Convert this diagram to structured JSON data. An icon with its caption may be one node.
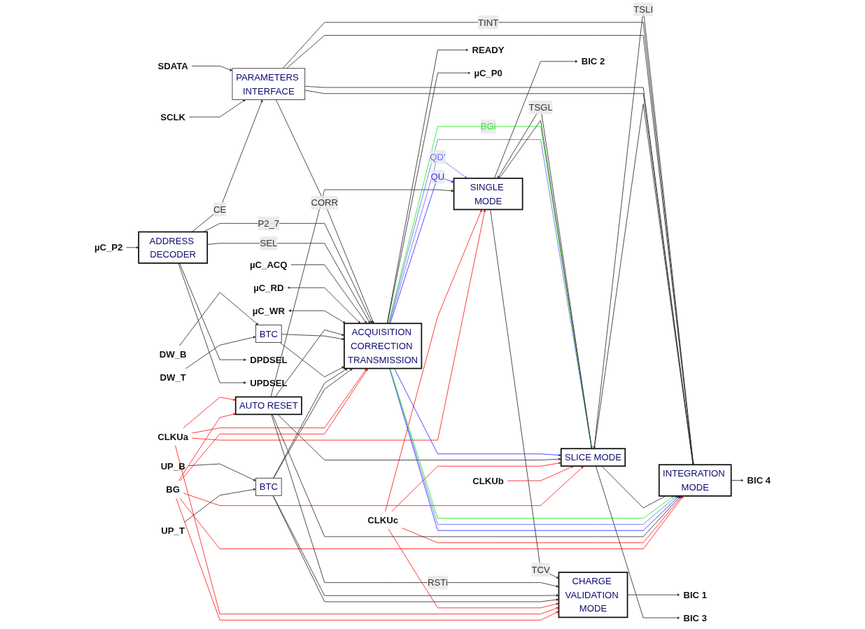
{
  "diagram": {
    "nodes": [
      {
        "text": [
          "CLKUc"
        ]
      },
      {
        "text": [
          "CLKUb"
        ]
      },
      {
        "text": [
          "CLKUa"
        ]
      },
      {
        "text": [
          "BG"
        ]
      },
      {
        "text": [
          "UP_T"
        ]
      },
      {
        "text": [
          "UP_B"
        ]
      },
      {
        "text": [
          "BTC"
        ]
      },
      {
        "text": [
          "AUTO RESET"
        ]
      },
      {
        "text": [
          "DW_T"
        ]
      },
      {
        "text": [
          "DW_B"
        ]
      },
      {
        "text": [
          "BTC"
        ]
      },
      {
        "text": [
          "ACQUISITION CORRECTION TRANSMISSION"
        ]
      },
      {
        "text": [
          "CHARGE VALIDATION MODE"
        ]
      },
      {
        "text": [
          "SINGLE MODE"
        ]
      },
      {
        "text": [
          "SLICE MODE"
        ]
      },
      {
        "text": [
          "INTEGRATION MODE"
        ]
      },
      {
        "text": [
          "BIC 1"
        ]
      },
      {
        "text": [
          "BIC 2"
        ]
      },
      {
        "text": [
          "BIC 3"
        ]
      },
      {
        "text": [
          "BIC 4"
        ]
      },
      {
        "text": [
          "µC_WR"
        ]
      },
      {
        "text": [
          "µC_RD"
        ]
      },
      {
        "text": [
          "µC_ACQ"
        ]
      },
      {
        "text": [
          "µC_P2"
        ]
      },
      {
        "text": [
          "ADDRESS DECODER"
        ]
      },
      {
        "text": [
          "PARAMETERS INTERFACE"
        ]
      },
      {
        "text": [
          "READY"
        ]
      },
      {
        "text": [
          "µC_P0"
        ]
      },
      {
        "text": [
          "DPDSEL"
        ]
      },
      {
        "text": [
          "UPDSEL"
        ]
      },
      {
        "text": [
          "SCLK"
        ]
      },
      {
        "text": [
          "SDATA"
        ]
      }
    ],
    "edges": [
      {
        "from": 3,
        "to": 7,
        "arrow": "to",
        "color": "#ff2020"
      },
      {
        "from": 2,
        "to": 7,
        "arrow": "to",
        "color": "#ff2020"
      },
      {
        "from": 3,
        "to": 11,
        "arrow": "to",
        "color": "#ff2020"
      },
      {
        "from": 2,
        "to": 11,
        "arrow": "to",
        "color": "#ff2020"
      },
      {
        "from": 3,
        "to": 12,
        "arrow": "to",
        "color": "#ff2020"
      },
      {
        "from": 2,
        "to": 12,
        "arrow": "to",
        "color": "#ff2020"
      },
      {
        "from": 0,
        "to": 12,
        "arrow": "to",
        "color": "#ff2020"
      },
      {
        "from": 2,
        "to": 13,
        "arrow": "to",
        "color": "#ff2020"
      },
      {
        "from": 0,
        "to": 13,
        "arrow": "to",
        "color": "#ff2020"
      },
      {
        "from": 3,
        "to": 14,
        "arrow": "to",
        "color": "#ff2020"
      },
      {
        "from": 1,
        "to": 14,
        "arrow": "to",
        "color": "#ff2020"
      },
      {
        "from": 0,
        "to": 14,
        "arrow": "to",
        "color": "#ff2020"
      },
      {
        "from": 3,
        "to": 15,
        "arrow": "to",
        "color": "#ff2020"
      },
      {
        "from": 0,
        "to": 15,
        "arrow": "to",
        "color": "#ff2020"
      },
      {
        "from": 4,
        "to": 6,
        "arrow": "to"
      },
      {
        "from": 5,
        "to": 6,
        "arrow": "to"
      },
      {
        "from": 6,
        "to": 12,
        "arrow": "to"
      },
      {
        "from": 6,
        "to": 12,
        "arrow": "to"
      },
      {
        "from": 6,
        "to": 11,
        "arrow": "to"
      },
      {
        "from": 6,
        "to": 11,
        "arrow": "to"
      },
      {
        "from": 8,
        "to": 10,
        "arrow": "to"
      },
      {
        "from": 9,
        "to": 10,
        "arrow": "to"
      },
      {
        "from": 10,
        "to": 11,
        "arrow": "to"
      },
      {
        "from": 10,
        "to": 11,
        "arrow": "to"
      },
      {
        "from": 7,
        "to": 12,
        "label": "RSTi",
        "arrow": "to"
      },
      {
        "from": 7,
        "to": 11,
        "arrow": "to"
      },
      {
        "from": 7,
        "to": 13,
        "arrow": "to"
      },
      {
        "from": 7,
        "to": 14,
        "arrow": "to"
      },
      {
        "from": 7,
        "to": 15,
        "arrow": "to"
      },
      {
        "from": 11,
        "to": 13,
        "label": "QU",
        "arrow": "to",
        "color": "#3333ff"
      },
      {
        "from": 11,
        "to": 14,
        "arrow": "to",
        "color": "#3333ff"
      },
      {
        "from": 11,
        "to": 15,
        "arrow": "to",
        "color": "#3333ff"
      },
      {
        "from": 11,
        "to": 13,
        "label": "QD'",
        "arrow": "to",
        "color": "#7070ff"
      },
      {
        "from": 11,
        "to": 14,
        "arrow": "to",
        "color": "#7070ff"
      },
      {
        "from": 11,
        "to": 15,
        "arrow": "to",
        "color": "#7070ff"
      },
      {
        "from": 11,
        "to": 14,
        "label": "BGi",
        "arrow": "to",
        "color": "#22ee22"
      },
      {
        "from": 11,
        "to": 15,
        "arrow": "to",
        "color": "#22ee22"
      },
      {
        "from": 12,
        "to": 16,
        "arrow": "to"
      },
      {
        "from": 13,
        "to": 17,
        "arrow": "to"
      },
      {
        "from": 14,
        "to": 18,
        "arrow": "to"
      },
      {
        "from": 15,
        "to": 19,
        "arrow": "to"
      },
      {
        "from": 13,
        "to": 12,
        "label": "TCV",
        "arrow": "to"
      },
      {
        "from": 14,
        "to": 13,
        "label": "TSGL",
        "arrow": "to"
      },
      {
        "from": 15,
        "to": 14,
        "label": "TSLI",
        "arrow": "to"
      },
      {
        "from": 13,
        "to": 14,
        "arrow": "none"
      },
      {
        "from": 14,
        "to": 15,
        "arrow": "none"
      },
      {
        "from": 14,
        "to": 15,
        "arrow": "none"
      },
      {
        "from": 20,
        "to": 11,
        "arrow": "both"
      },
      {
        "from": 21,
        "to": 11,
        "arrow": "both"
      },
      {
        "from": 22,
        "to": 11,
        "arrow": "to"
      },
      {
        "from": 24,
        "to": 11,
        "label": "SEL",
        "arrow": "to"
      },
      {
        "from": 24,
        "to": 11,
        "label": "P2_7",
        "arrow": "to"
      },
      {
        "from": 23,
        "to": 24,
        "arrow": "to"
      },
      {
        "from": 24,
        "to": 25,
        "label": "CE",
        "arrow": "to"
      },
      {
        "from": 24,
        "to": 28,
        "arrow": "to"
      },
      {
        "from": 24,
        "to": 29,
        "arrow": "to"
      },
      {
        "from": 30,
        "to": 25,
        "arrow": "to"
      },
      {
        "from": 31,
        "to": 25,
        "arrow": "to"
      },
      {
        "from": 25,
        "to": 11,
        "label": "CORR",
        "arrow": "to"
      },
      {
        "from": 11,
        "to": 26,
        "arrow": "to"
      },
      {
        "from": 11,
        "to": 27,
        "arrow": "to"
      },
      {
        "from": 25,
        "to": 15,
        "arrow": "none"
      },
      {
        "from": 25,
        "to": 15,
        "arrow": "none"
      },
      {
        "from": 25,
        "to": 15,
        "arrow": "none"
      },
      {
        "from": 25,
        "to": 15,
        "label": "TINT",
        "arrow": "to"
      }
    ]
  }
}
